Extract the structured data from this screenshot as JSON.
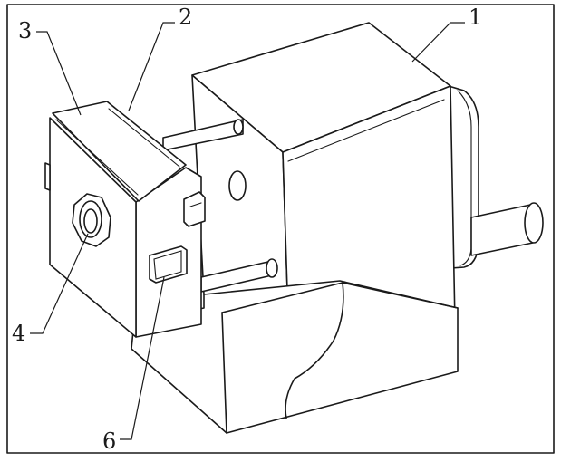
{
  "callouts": {
    "c1": "1",
    "c2": "2",
    "c3": "3",
    "c4": "4",
    "c6": "6"
  },
  "colors": {
    "line": "#1a1a1a",
    "background": "#ffffff"
  }
}
